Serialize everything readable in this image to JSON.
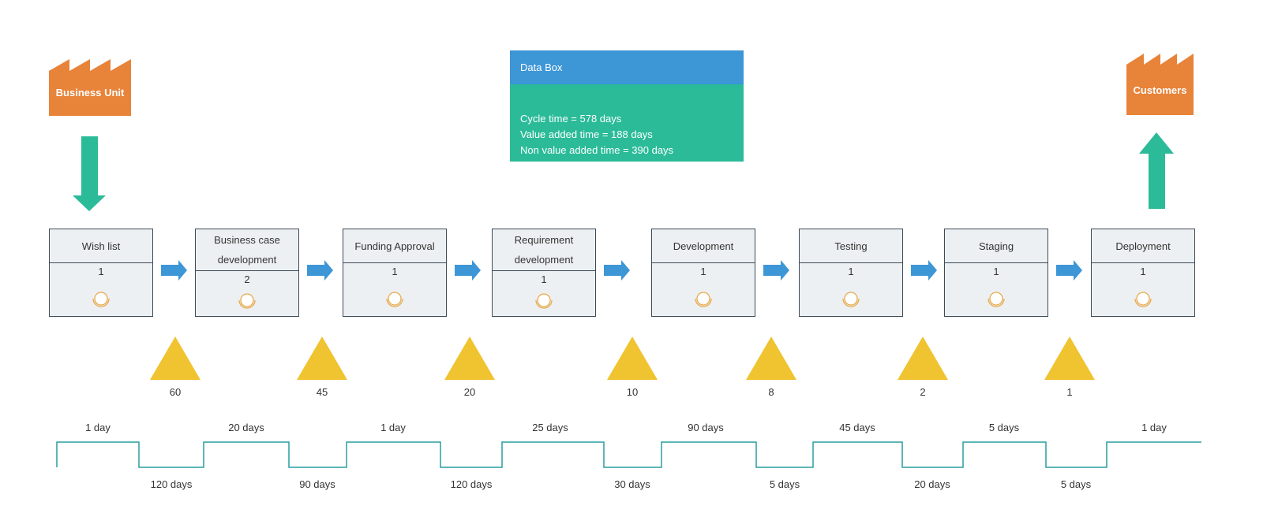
{
  "supplier": {
    "label": "Business Unit"
  },
  "customer": {
    "label": "Customers"
  },
  "data_box": {
    "title": "Data Box",
    "lines": [
      "Cycle time = 578 days",
      "Value added time = 188 days",
      "Non value added time =  390 days"
    ]
  },
  "processes": [
    {
      "name": "Wish list",
      "operators": "1"
    },
    {
      "name": "Business case development",
      "operators": "2"
    },
    {
      "name": "Funding Approval",
      "operators": "1"
    },
    {
      "name": "Requirement development",
      "operators": "1"
    },
    {
      "name": "Development",
      "operators": "1"
    },
    {
      "name": "Testing",
      "operators": "1"
    },
    {
      "name": "Staging",
      "operators": "1"
    },
    {
      "name": "Deployment",
      "operators": "1"
    }
  ],
  "inventory": [
    "60",
    "45",
    "20",
    "10",
    "8",
    "2",
    "1"
  ],
  "value_added_times": [
    "1 day",
    "20 days",
    "1 day",
    "25 days",
    "90 days",
    "45 days",
    "5 days",
    "1 day"
  ],
  "wait_times": [
    "120 days",
    "90 days",
    "120 days",
    "30 days",
    "5 days",
    "20 days",
    "5 days"
  ],
  "colors": {
    "factory": "#e8833a",
    "push_arrow": "#2bbb98",
    "process_arrow": "#3d96d6",
    "inventory": "#f0c330",
    "timeline": "#2a9d9f",
    "databox_header": "#3d96d6",
    "databox_body": "#2bbb98"
  }
}
